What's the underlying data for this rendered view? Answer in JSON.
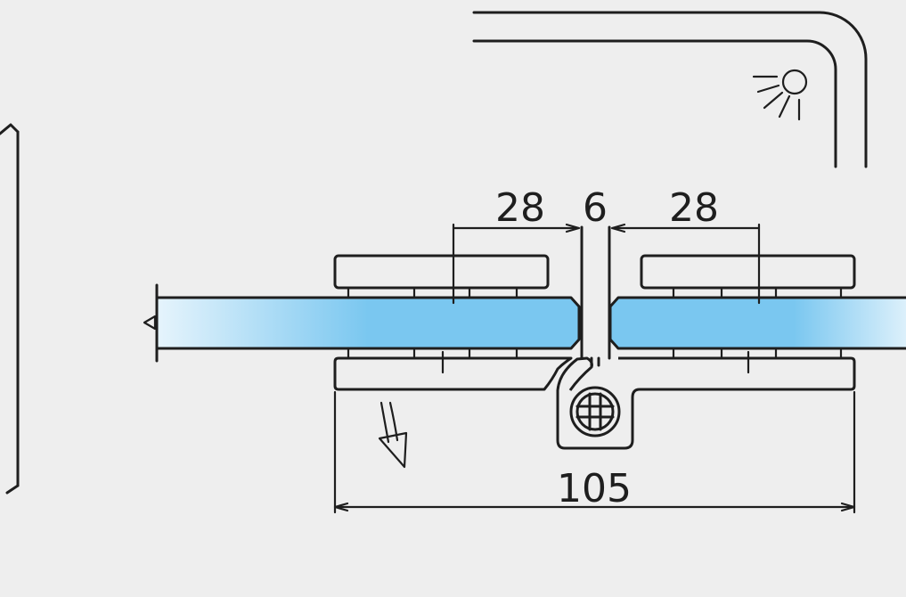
{
  "dimensions": {
    "left_width": "28",
    "gap": "6",
    "right_width": "28",
    "total_length": "105"
  },
  "colors": {
    "background": "#eeeeee",
    "line": "#1e1e1e",
    "glass_edge": "#e3f3fc",
    "glass_core": "#7ac7f0"
  },
  "icons": {
    "light": "sun-light-icon",
    "direction": "curved-down-arrow-icon",
    "screw": "cross-screw-icon"
  }
}
